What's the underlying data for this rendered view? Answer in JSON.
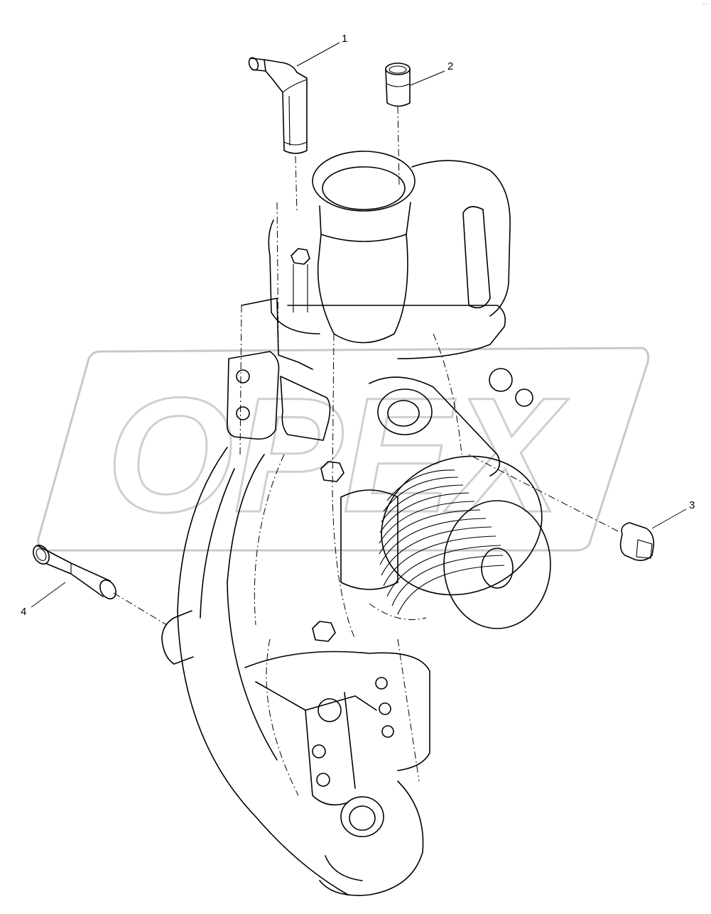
{
  "diagram": {
    "callouts": [
      {
        "id": "1",
        "label": "1"
      },
      {
        "id": "2",
        "label": "2"
      },
      {
        "id": "3",
        "label": "3"
      },
      {
        "id": "4",
        "label": "4"
      }
    ],
    "watermark_text": "ОРЕХ",
    "corner_mark": "◦◦"
  }
}
